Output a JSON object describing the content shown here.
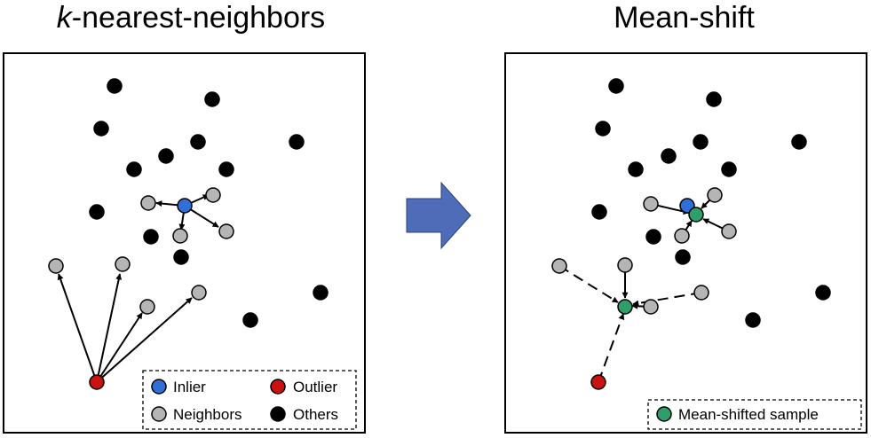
{
  "titles": {
    "left_k": "k",
    "left_rest": "-nearest-neighbors",
    "right": "Mean-shift"
  },
  "legend_left": {
    "inlier": "Inlier",
    "outlier": "Outlier",
    "neighbors": "Neighbors",
    "others": "Others"
  },
  "legend_right": {
    "mean_shifted": "Mean-shifted sample"
  },
  "colors": {
    "inlier": "#2f6fd6",
    "outlier": "#cc1111",
    "neighbor": "#b5b5b5",
    "other": "#000000",
    "mean_shifted": "#2e9e6a",
    "arrow": "#4f6cb8"
  }
}
